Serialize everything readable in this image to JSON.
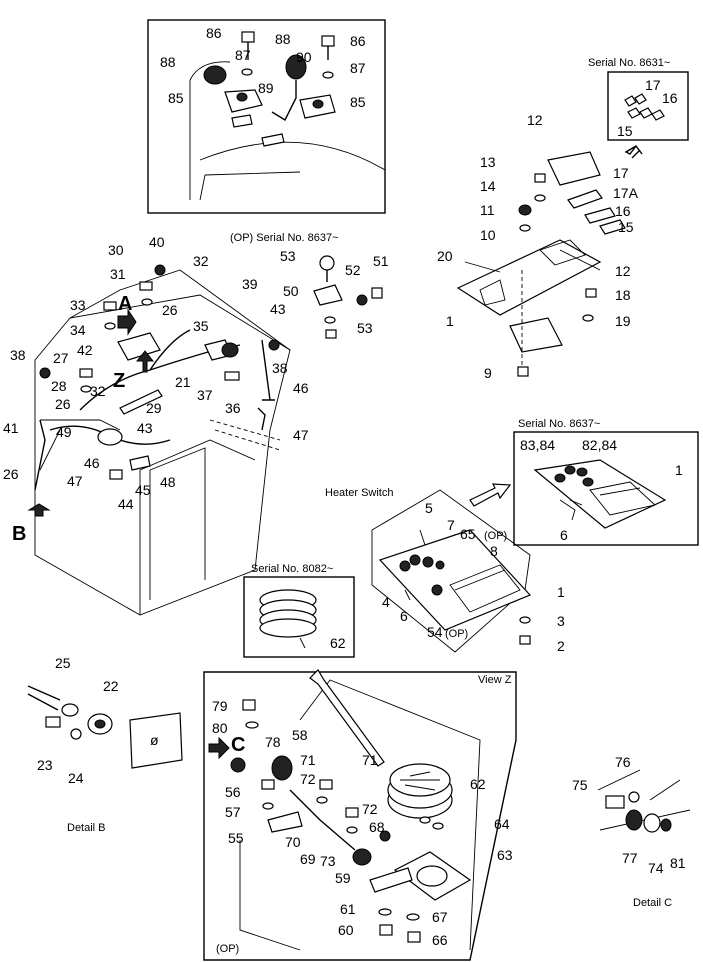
{
  "captions": {
    "serial_8631": "Serial No. 8631~",
    "op_serial_8637": "(OP) Serial No. 8637~",
    "serial_8637": "Serial No. 8637~",
    "heater_switch": "Heater Switch",
    "serial_8082": "Serial No. 8082~",
    "view_z": "View Z",
    "detail_b": "Detail B",
    "detail_c": "Detail C",
    "op_bottom": "(OP)",
    "op_65": "(OP)",
    "op_54": "(OP)"
  },
  "view_letters": {
    "a": "A",
    "z": "Z",
    "b": "B",
    "c": "C"
  },
  "callouts": {
    "top_box": [
      "86",
      "87",
      "88",
      "85",
      "88",
      "90",
      "89",
      "86",
      "87",
      "85"
    ],
    "serial_8631_box": [
      "17",
      "16",
      "15"
    ],
    "plate_assembly": [
      "12",
      "13",
      "14",
      "11",
      "10",
      "17",
      "17A",
      "16",
      "15",
      "20",
      "12",
      "18",
      "19",
      "1",
      "9"
    ],
    "harness": [
      "30",
      "40",
      "32",
      "31",
      "39",
      "53",
      "52",
      "51",
      "50",
      "53",
      "33",
      "26",
      "34",
      "43",
      "42",
      "35",
      "38",
      "27",
      "28",
      "32",
      "21",
      "29",
      "37",
      "36",
      "46",
      "26",
      "41",
      "49",
      "43",
      "47",
      "46",
      "47",
      "45",
      "48",
      "44",
      "26",
      "38"
    ],
    "serial_8637_box": [
      "83,84",
      "82,84",
      "1",
      "6"
    ],
    "view_z_panel": [
      "5",
      "7",
      "65",
      "8",
      "4",
      "6",
      "1",
      "3",
      "54",
      "2"
    ],
    "serial_8082_box": [
      "62"
    ],
    "detail_b": [
      "25",
      "22",
      "23",
      "24"
    ],
    "bottom_assembly": [
      "79",
      "80",
      "78",
      "58",
      "71",
      "72",
      "56",
      "57",
      "55",
      "70",
      "71",
      "72",
      "62",
      "64",
      "68",
      "69",
      "73",
      "63",
      "59",
      "61",
      "60",
      "67",
      "66"
    ],
    "detail_c": [
      "76",
      "75",
      "77",
      "74",
      "81"
    ]
  }
}
